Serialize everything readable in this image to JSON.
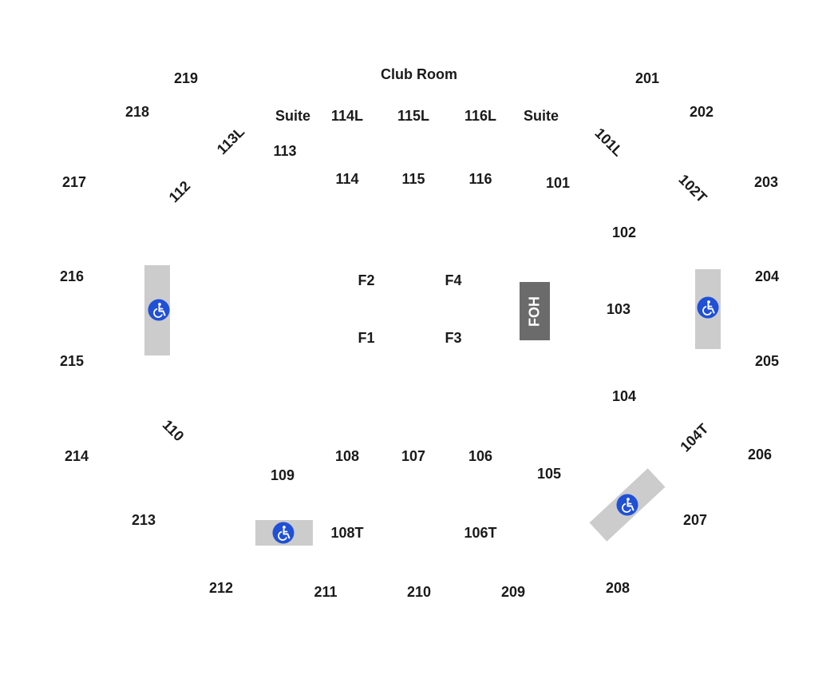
{
  "venue": {
    "club_room": "Club Room",
    "foh": "FOH",
    "accessibility_icon": "wheelchair-icon",
    "accessibility_color": "#1f50d6",
    "platform_color": "#cccccc",
    "foh_color": "#6b6b6b"
  },
  "suites": {
    "left": "Suite",
    "right": "Suite"
  },
  "floor": {
    "f1": "F1",
    "f2": "F2",
    "f3": "F3",
    "f4": "F4"
  },
  "lower_level": {
    "s101": "101",
    "s101L": "101L",
    "s102": "102",
    "s102T": "102T",
    "s103": "103",
    "s104": "104",
    "s104T": "104T",
    "s105": "105",
    "s106": "106",
    "s106T": "106T",
    "s107": "107",
    "s108": "108",
    "s108T": "108T",
    "s109": "109",
    "s110": "110",
    "s112": "112",
    "s113": "113",
    "s113L": "113L",
    "s114": "114",
    "s114L": "114L",
    "s115": "115",
    "s115L": "115L",
    "s116": "116",
    "s116L": "116L"
  },
  "upper_level": {
    "s201": "201",
    "s202": "202",
    "s203": "203",
    "s204": "204",
    "s205": "205",
    "s206": "206",
    "s207": "207",
    "s208": "208",
    "s209": "209",
    "s210": "210",
    "s211": "211",
    "s212": "212",
    "s213": "213",
    "s214": "214",
    "s215": "215",
    "s216": "216",
    "s217": "217",
    "s218": "218",
    "s219": "219"
  }
}
